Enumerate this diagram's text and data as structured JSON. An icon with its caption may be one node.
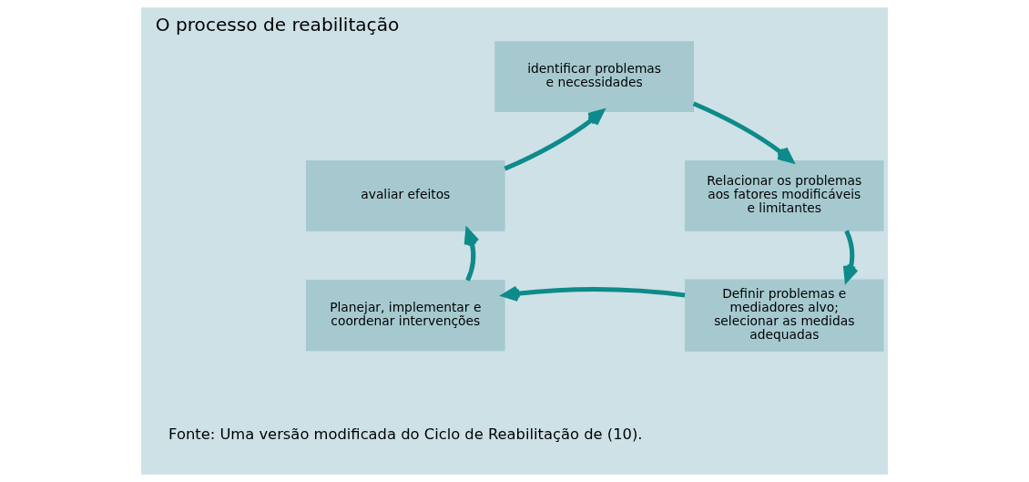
{
  "diagram": {
    "title": "O processo de reabilitação",
    "caption": "Fonte: Uma versão modificada do Ciclo de Reabilitação de (10).",
    "nodes": [
      {
        "text": [
          "identificar problemas e necessidades"
        ]
      },
      {
        "text": [
          "avaliar efeitos"
        ]
      },
      {
        "text": [
          "Relacionar os problemas aos fatores modificáveis e limitantes"
        ]
      },
      {
        "text": [
          "Planejar, implementar e coordenar intervenções"
        ]
      },
      {
        "text": [
          "Definir problemas e mediadores alvo; selecionar as medidas adequadas"
        ]
      }
    ],
    "edges": [
      {
        "from": 0,
        "to": 2,
        "arrow": "to"
      },
      {
        "from": 2,
        "to": 4,
        "arrow": "to"
      },
      {
        "from": 4,
        "to": 3,
        "arrow": "to"
      },
      {
        "from": 3,
        "to": 1,
        "arrow": "to"
      },
      {
        "from": 1,
        "to": 0,
        "arrow": "to"
      }
    ]
  }
}
